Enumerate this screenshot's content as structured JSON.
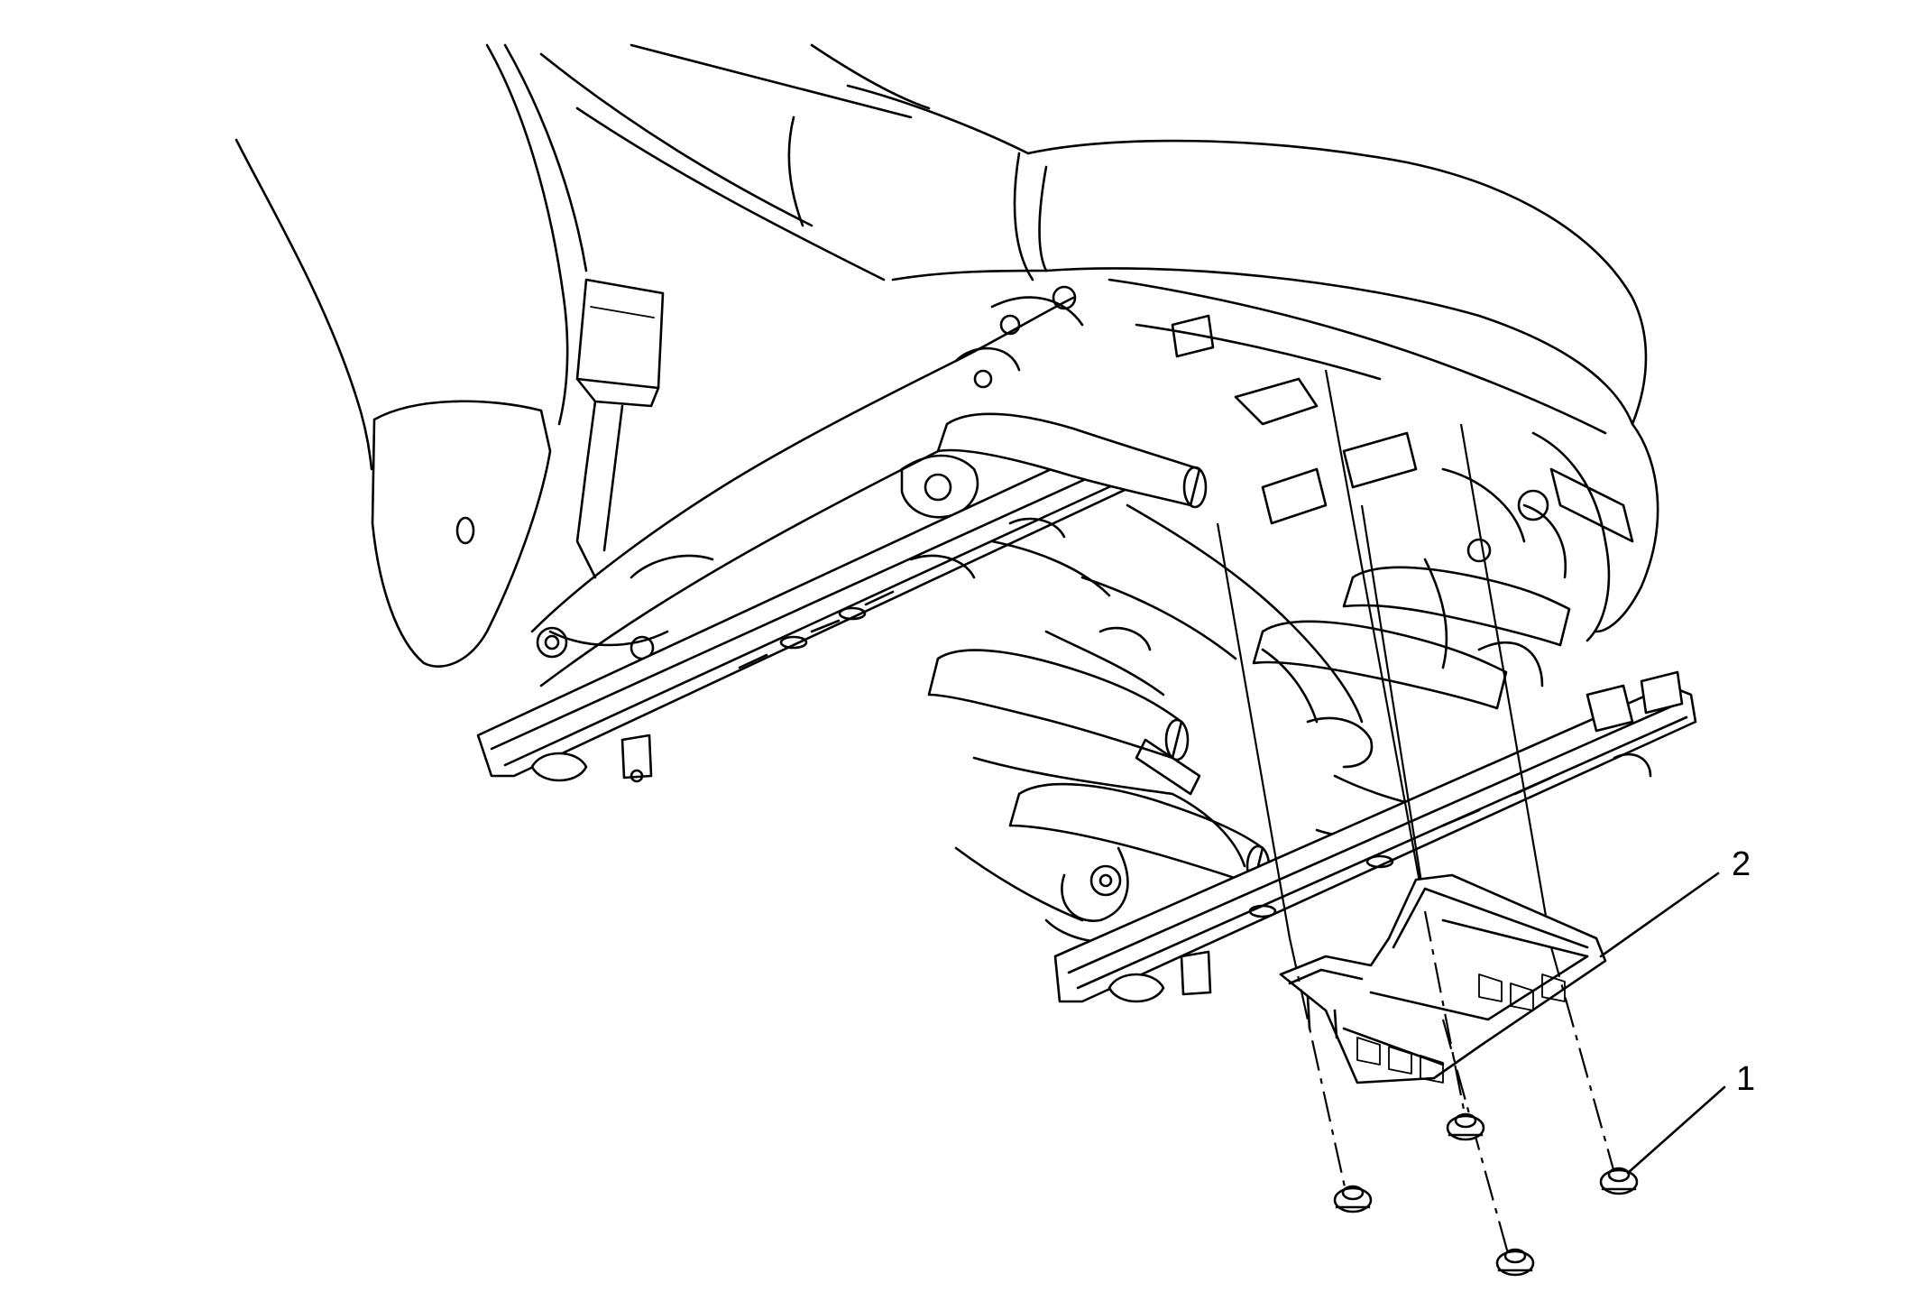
{
  "diagram": {
    "subject": "seat-underside-module-installation",
    "callouts": [
      {
        "id": "callout-1",
        "label": "1"
      },
      {
        "id": "callout-2",
        "label": "2"
      }
    ]
  }
}
